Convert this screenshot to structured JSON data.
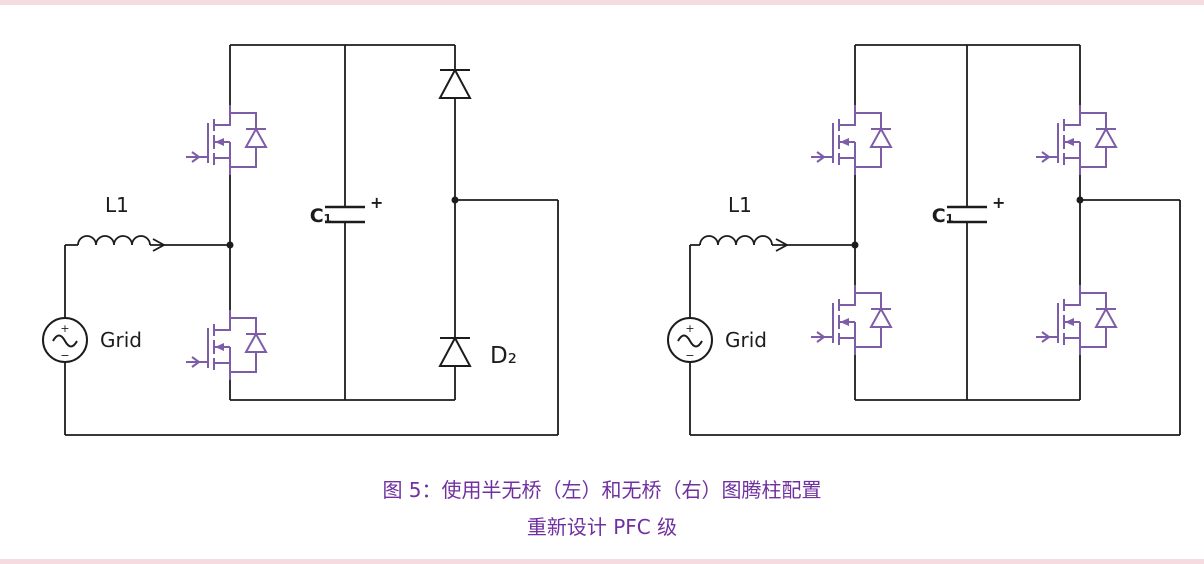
{
  "colors": {
    "wire": "#1c1c1c",
    "mosfet": "#7d5ca8",
    "caption": "#7030a0",
    "edge": "#f6dce0"
  },
  "left_circuit": {
    "inductor_label": "L1",
    "source_label": "Grid",
    "source_plus": "+",
    "source_minus": "−",
    "cap_label": "C₁",
    "cap_polarity": "+",
    "diode_label": "D₂"
  },
  "right_circuit": {
    "inductor_label": "L1",
    "source_label": "Grid",
    "source_plus": "+",
    "source_minus": "−",
    "cap_label": "C₁",
    "cap_polarity": "+"
  },
  "caption": {
    "line1": "图 5：使用半无桥（左）和无桥（右）图腾柱配置",
    "line2": "重新设计 PFC 级"
  }
}
